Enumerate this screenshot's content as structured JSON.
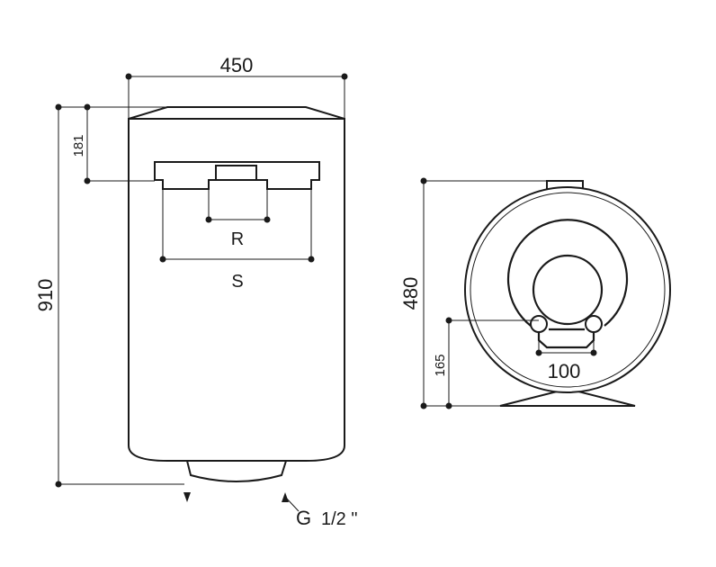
{
  "dimensions": {
    "width": "450",
    "height": "910",
    "top_offset": "181",
    "inner_spacing": "R",
    "outer_spacing": "S",
    "diameter": "480",
    "pipe_height": "165",
    "pipe_spacing": "100"
  },
  "connection": {
    "thread_letter": "G",
    "thread_size": "1/2 \""
  },
  "colors": {
    "line": "#1a1a1a",
    "background": "#ffffff"
  }
}
